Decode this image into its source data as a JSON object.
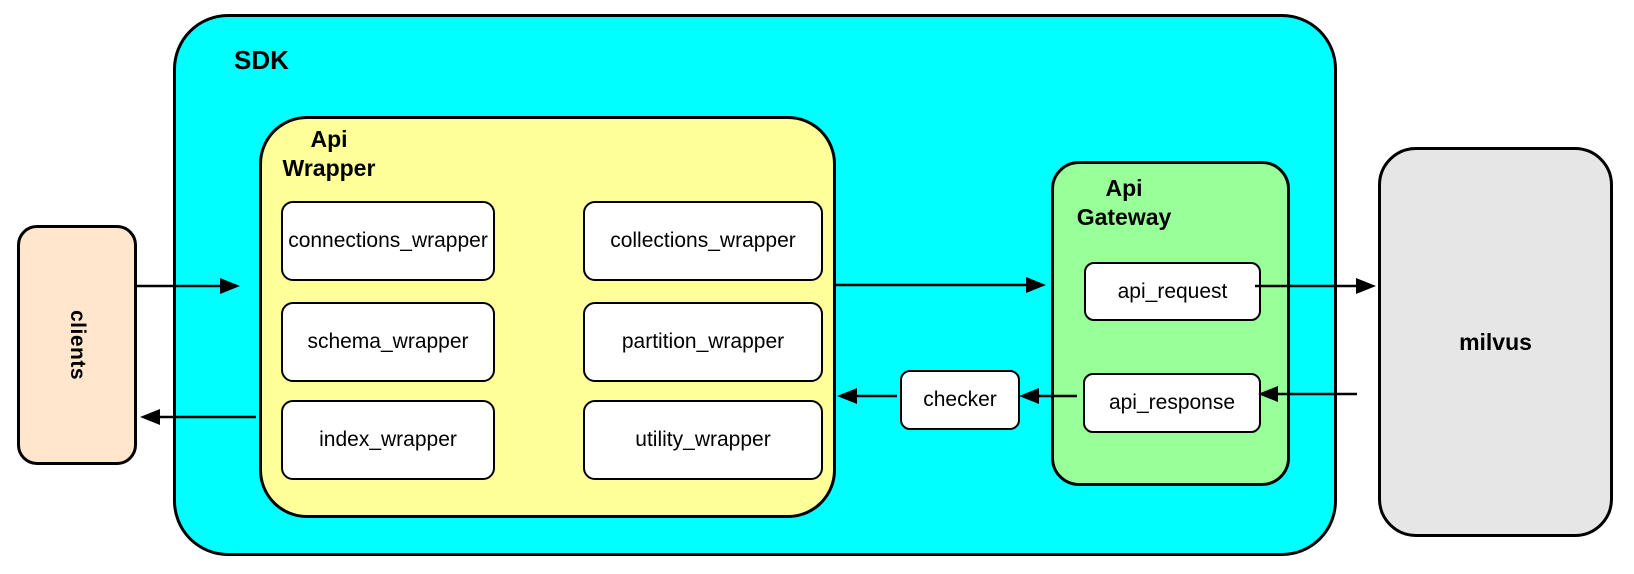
{
  "diagram": {
    "clients": {
      "label": "clients"
    },
    "sdk": {
      "label": "SDK",
      "api_wrapper": {
        "label_lines": [
          "Api",
          "Wrapper"
        ],
        "modules": [
          "connections_wrapper",
          "collections_wrapper",
          "schema_wrapper",
          "partition_wrapper",
          "index_wrapper",
          "utility_wrapper"
        ]
      },
      "checker": {
        "label": "checker"
      },
      "api_gateway": {
        "label_lines": [
          "Api",
          "Gateway"
        ],
        "nodes": [
          "api_request",
          "api_response"
        ]
      }
    },
    "milvus": {
      "label": "milvus"
    },
    "colors": {
      "sdk_fill": "#00ffff",
      "api_wrapper_fill": "#ffff99",
      "api_gateway_fill": "#99ff99",
      "clients_fill": "#ffe6cc",
      "milvus_fill": "#e6e6e6",
      "node_fill": "#ffffff",
      "stroke": "#000000"
    }
  }
}
